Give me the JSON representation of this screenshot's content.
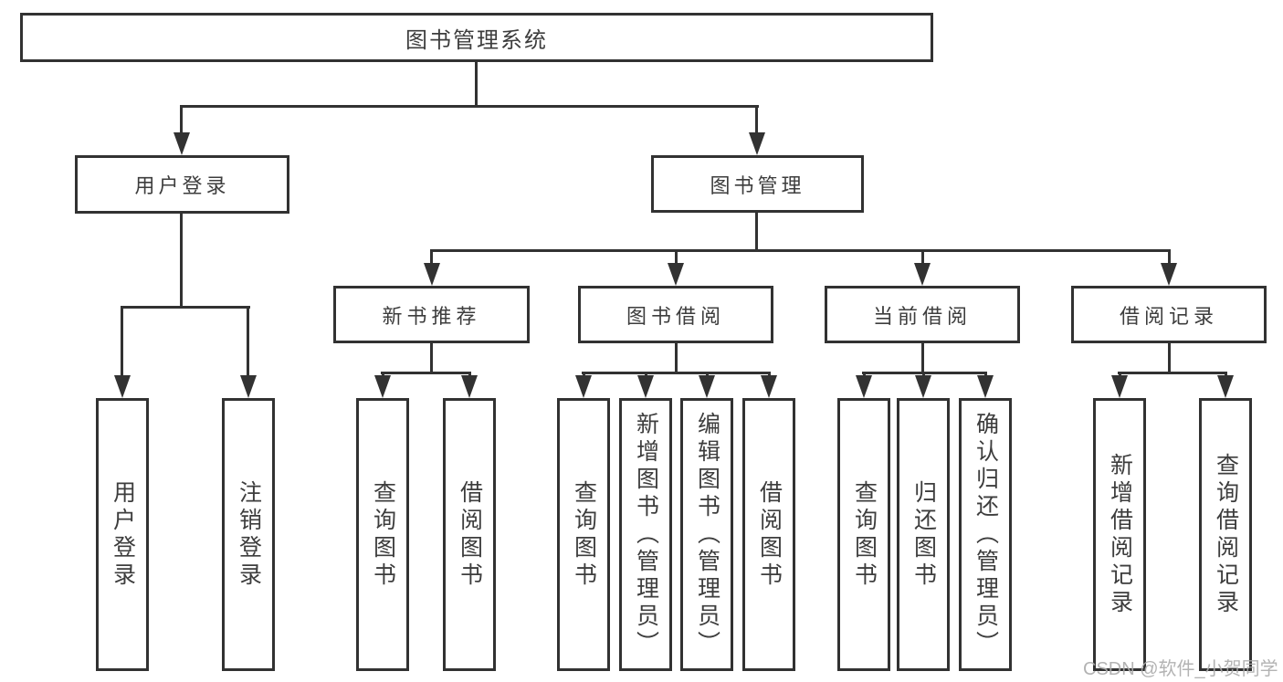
{
  "colors": {
    "line": "#323232",
    "text": "#3d3d3d",
    "watermark": "#ababab",
    "background": "#ffffff"
  },
  "tree": {
    "root": {
      "label": "图书管理系统"
    },
    "branches": [
      {
        "label": "用户登录",
        "children": [
          {
            "label": "用户登录"
          },
          {
            "label": "注销登录"
          }
        ]
      },
      {
        "label": "图书管理",
        "children": [
          {
            "label": "新书推荐",
            "children": [
              {
                "label": "查询图书"
              },
              {
                "label": "借阅图书"
              }
            ]
          },
          {
            "label": "图书借阅",
            "children": [
              {
                "label": "查询图书"
              },
              {
                "label": "新增图书（管理员）"
              },
              {
                "label": "编辑图书（管理员）"
              },
              {
                "label": "借阅图书"
              }
            ]
          },
          {
            "label": "当前借阅",
            "children": [
              {
                "label": "查询图书"
              },
              {
                "label": "归还图书"
              },
              {
                "label": "确认归还（管理员）"
              }
            ]
          },
          {
            "label": "借阅记录",
            "children": [
              {
                "label": "新增借阅记录"
              },
              {
                "label": "查询借阅记录"
              }
            ]
          }
        ]
      }
    ]
  },
  "watermark": {
    "text": "CSDN @软件_小贺同学"
  }
}
